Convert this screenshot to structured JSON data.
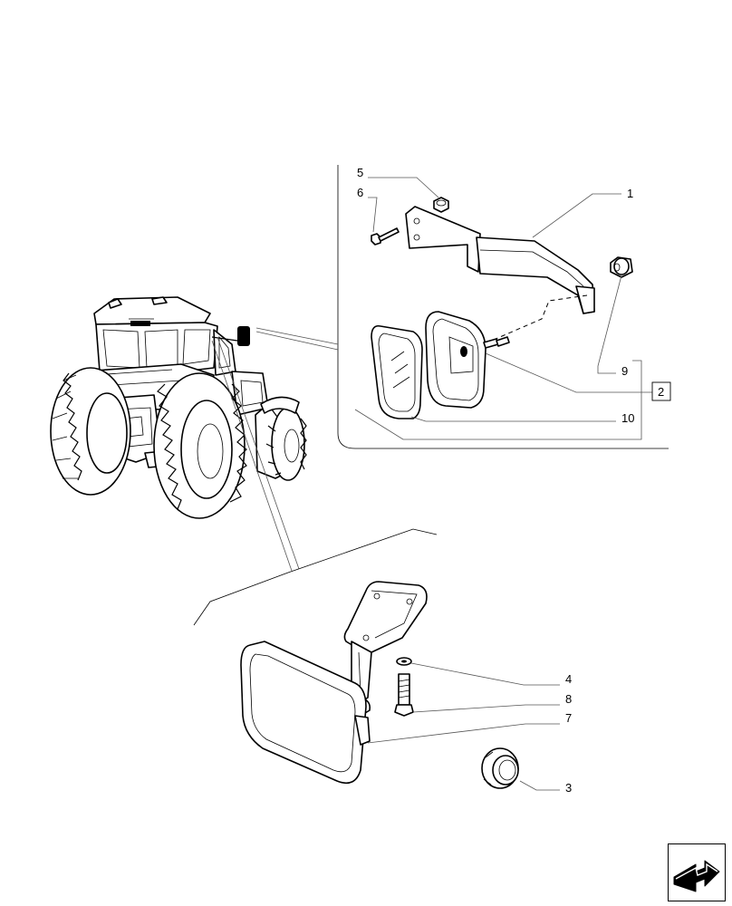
{
  "callouts": {
    "c1": "1",
    "c2": "2",
    "c3": "3",
    "c4": "4",
    "c5": "5",
    "c6": "6",
    "c7": "7",
    "c8": "8",
    "c9": "9",
    "c10": "10"
  },
  "icons": {
    "nav": "next-page-arrow-icon"
  }
}
